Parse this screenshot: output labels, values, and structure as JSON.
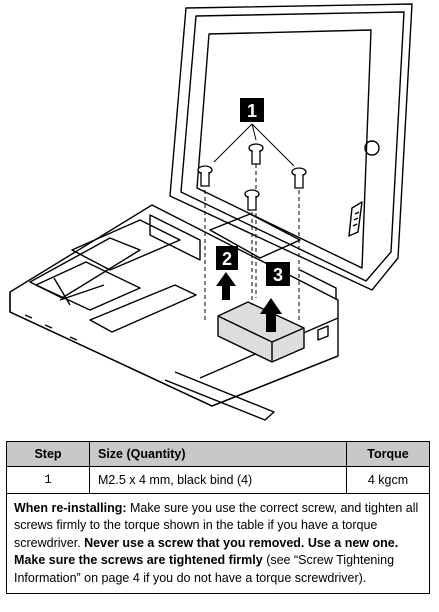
{
  "callouts": {
    "one": "1",
    "two": "2",
    "three": "3"
  },
  "table": {
    "headers": {
      "step": "Step",
      "size": "Size (Quantity)",
      "torque": "Torque"
    },
    "rows": [
      {
        "step": "1",
        "size": "M2.5 x 4 mm, black bind (4)",
        "torque": "4 kgcm"
      }
    ]
  },
  "note": {
    "lead": "When re-installing:",
    "text1": " Make sure you use the correct screw, and tighten all screws firmly to the torque shown in the table if you have a torque screwdriver. ",
    "bold1": "Never use a screw that you removed. Use a new one. Make sure the screws are tightened firmly",
    "text2": " (see “Screw Tightening Information” on page 4 if you do not have a torque screwdriver)."
  }
}
